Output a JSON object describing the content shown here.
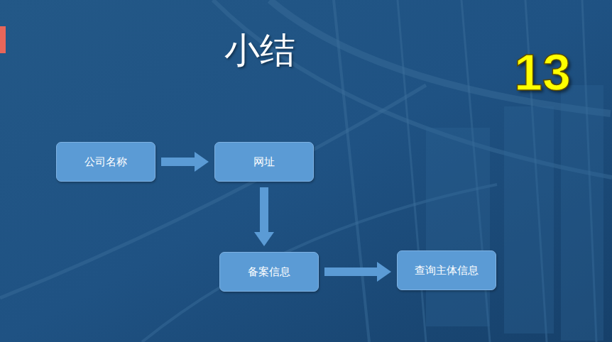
{
  "diagram": {
    "title": "小结",
    "nodes": [
      {
        "text": [
          "公司名称"
        ]
      },
      {
        "text": [
          "网址"
        ]
      },
      {
        "text": [
          "备案信息"
        ]
      },
      {
        "text": [
          "查询主体信息"
        ]
      }
    ],
    "edges": [
      {
        "from": 0,
        "to": 1,
        "arrow": "to"
      },
      {
        "from": 1,
        "to": 2,
        "arrow": "to"
      },
      {
        "from": 2,
        "to": 3,
        "arrow": "to"
      }
    ],
    "labels": [
      "13"
    ]
  }
}
